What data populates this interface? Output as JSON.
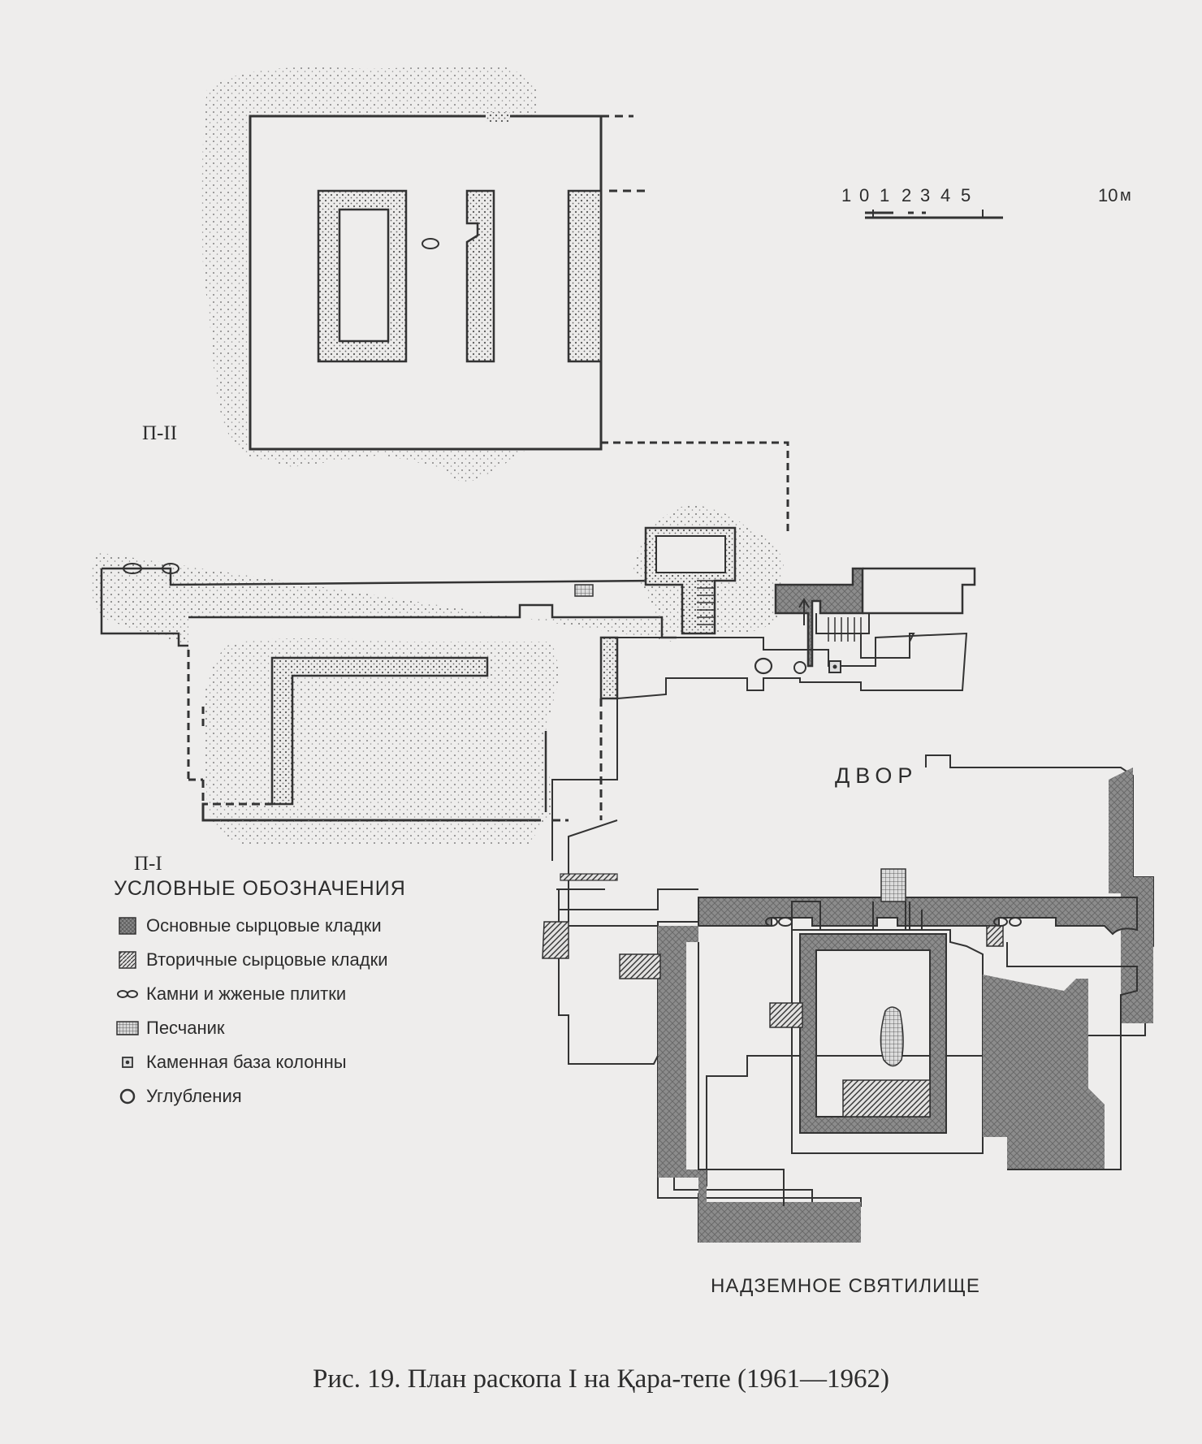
{
  "labels": {
    "p2": "П-II",
    "p1": "П-I",
    "courtyard": "ДВОР",
    "shrine": "НАДЗЕМНОЕ СВЯТИЛИЩЕ"
  },
  "scale_bar": {
    "ticks": [
      "1",
      "0",
      "1",
      "2",
      "3",
      "4",
      "5",
      "10"
    ],
    "unit": "м"
  },
  "legend": {
    "title": "УСЛОВНЫЕ ОБОЗНАЧЕНИЯ",
    "items": [
      {
        "icon": "crosshatch-swatch",
        "label": "Основные сырцовые кладки"
      },
      {
        "icon": "hatch-swatch",
        "label": "Вторичные сырцовые кладки"
      },
      {
        "icon": "stones-swatch",
        "label": "Камни и жженые плитки"
      },
      {
        "icon": "sandstone-swatch",
        "label": "Песчаник"
      },
      {
        "icon": "column-base-swatch",
        "label": "Каменная база колонны"
      },
      {
        "icon": "pit-swatch",
        "label": "Углубления"
      }
    ]
  },
  "caption": "Рис. 19. План раскопа I на Қара-тепе (1961—1962)",
  "colors": {
    "paper": "#eeedec",
    "ink": "#2c2c2c",
    "masonry": "#8a8a8a"
  }
}
